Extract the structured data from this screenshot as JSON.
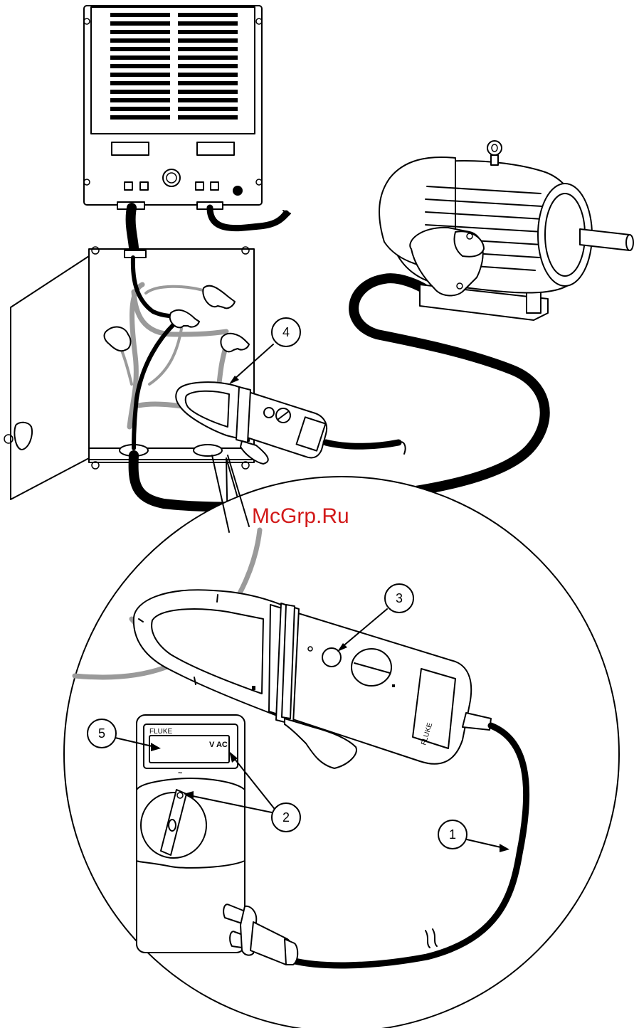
{
  "watermark": "McGrp.Ru",
  "callouts": {
    "c1": "1",
    "c2": "2",
    "c3": "3",
    "c4": "4",
    "c5": "5"
  },
  "meter": {
    "brand": "FLUKE",
    "display_label": "V AC",
    "tilde": "~"
  },
  "clamp": {
    "brand": "FLUKE"
  },
  "colors": {
    "watermark": "#d21a1a",
    "cable": "#000000",
    "wire_grey": "#9a9a9a"
  }
}
